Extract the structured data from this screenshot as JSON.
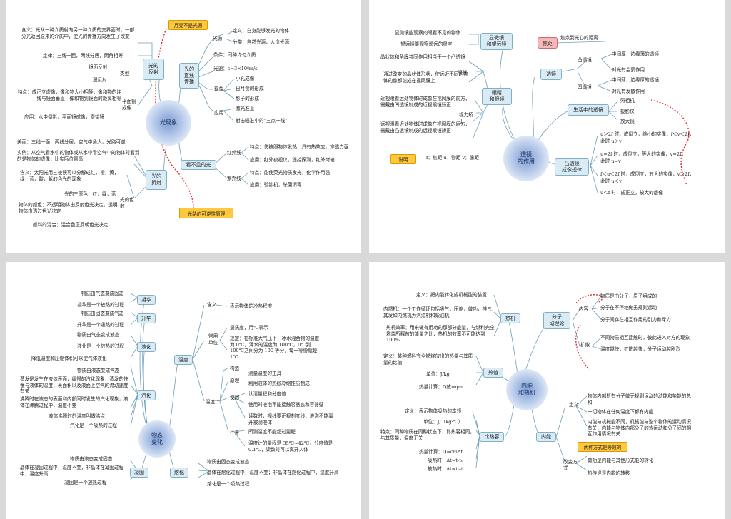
{
  "p1": {
    "center": "光现象",
    "n_zhixian": "光的\n直线\n传播",
    "n_fanshe": "光的\n反射",
    "n_zheshe": "光的\n折射",
    "n_kanbujian": "看不见的光",
    "tip_reverse": "月亮不是光源",
    "tip_reversible": "光路的可逆性原理",
    "l_guangyuan": "光源",
    "l_guangyuan_def": "定义：自身能够发光的物体",
    "l_guangyuan_cls": "分类：自然光源，人造光源",
    "l_tiaojian": "条件：同种均匀介质",
    "l_guangsu": "光速：c=3×10⁸m/s",
    "l_xianxiang": "现象",
    "l_xx1": "小孔成像",
    "l_xx2": "日月食的形成",
    "l_xx3": "影子的形成",
    "l_yingyong": "应用",
    "l_yy1": "激光准直",
    "l_yy2": "射击瞄准中的“三点一线”",
    "f_hanyi": "含义：光从一种介质射向另一种介质的交界面时，一部分光返回原来的介质中，使光的传播方向发生了改变",
    "f_dinglv": "定律：三线一面，两线分居，两角相等",
    "f_leixing": "类型",
    "f_jm": "镜面反射",
    "f_mf": "漫反射",
    "f_pmj": "平面镜成像",
    "f_tedian": "特点：成正立虚像，像和物大小相等，像和物的连线与镜面垂直，像和物到镜面的距离相等",
    "f_yingyong": "应用：水中倒影，平面镜成像，潜望镜",
    "z_meili": "美丽：三线一面，两线分居，空气中角大，光路可逆",
    "z_shili": "实例：从空气看水中的物体或从水中看空气中的物体时看到的是物体的虚像，比实际位置高",
    "z_hanyi": "含义：太阳光用三棱镜可以分解成红，橙，黄，绿，蓝，靛，紫的色光的现象",
    "z_sanyuan": "光的三原色：红，绿，蓝",
    "z_ysd": "光的色散",
    "z_wuti": "物体的颜色：不透明物体由反射色光决定，透明物体由透过色光决定",
    "z_yanliao": "颜料的混合：混合色正反朝色光决定",
    "k_hw": "红外线",
    "k_hw_td": "特点：使被照物体发热，具有热效应，穿透力强",
    "k_hw_yy": "应用：红外夜视仪，遥控探测，红外烤箱",
    "k_zw": "紫外线",
    "k_zw_td": "特点：能使荧光物质发光，化学作用强",
    "k_zw_yy": "应用：验钞机，杀菌消毒"
  },
  "p2": {
    "center": "透镜\n的作用",
    "n_xianweijing": "显微镜\n和望远镜",
    "n_yanjing": "眼睛\n和眼镜",
    "n_toujing": "透镜",
    "n_shenghuo": "生活中的透镜",
    "n_tujing": "凸透镜\n成像规律",
    "tip_jiaoju": "焦距",
    "tip_shuoming": "说明",
    "jiaoju_def": "焦点到光心的距离",
    "x_xwj": "显微镜能观察肉眼看不见的物体",
    "x_wyj": "望远镜能观察遥远的星空",
    "y_jingti": "晶状体和角膜共同作用相当于一个凸透镜",
    "y_tongguo": "通过改变的晶状体形状，使远近不同的物体的像都能成在视网膜上",
    "y_yanqiu": "眼球",
    "y_jinshi": "近视眼看远处物体时成像在视网膜的前方，需戴由凹透镜制成的近视眼镜矫正",
    "y_shili": "视力矫正",
    "y_yuanshi": "远视眼看近处物体时成像在视网膜的后方，需戴由凸透镜制成的远视眼镜矫正",
    "tj_tu": "凸透镜",
    "tj_tu1": "中间厚，边缘薄的透镜",
    "tj_tu2": "对光有会聚作用",
    "tj_ao": "凹透镜",
    "tj_ao1": "中间薄，边缘厚的透镜",
    "tj_ao2": "对光有发散作用",
    "sh_1": "照相机",
    "sh_2": "投影仪",
    "sh_3": "放大镜",
    "fuv": "f：焦距  u：物距  v：像距",
    "c1a": "u＞2f 时，成倒立，缩小的实像，f＜v＜2f，",
    "c1b": "此时 u＞v",
    "c2a": "u=2f 时，成倒立，等大的实像，v=2f，",
    "c2b": "此时 u=v",
    "c3a": "f＜u＜2f 时，成倒立，放大的实像，v＞2f，",
    "c3b": "此时 u＜v",
    "c4": "u＜f 时，成正立，放大的虚像"
  },
  "p3": {
    "center": "物态\n变化",
    "n_ninghua": "凝华",
    "n_shenghua": "升华",
    "n_yehua": "液化",
    "n_qihua": "汽化",
    "n_ninggu": "凝固",
    "n_ronghua": "熔化",
    "n_wendu": "温度",
    "nh1": "物质由气态变成固态",
    "nh2": "凝华是一个放热的过程",
    "sh1": "物质由固态变成气态",
    "sh2": "升华是一个吸热的过程",
    "yh1": "物质由气态变成液态",
    "yh2": "液化是一个放热的过程",
    "yh3": "降低温度和压缩体积可以使气体液化",
    "qh1": "物质由液态变成气态",
    "qh2": "蒸发是发生在液体表面，缓慢的汽化现象，蒸发的快慢与液体的温度，表面积以及液面上空气的流动速度有关",
    "qh3": "沸腾时在液态的表面和内部同时发生的汽化现象，液体在沸腾过程中，温度不变",
    "qh4": "液体沸腾时的温度叫做沸点",
    "qh5": "汽化是一个吸热的过程",
    "ng1": "物质由液态变成固态",
    "ng2": "晶体在凝固过程中，温度不变，非晶体在凝固过程中，温度升高",
    "ng3": "凝固是一个放热过程",
    "rh1": "物质由固态变成液态",
    "rh2": "晶体在熔化过程中，温度不变；非晶体在熔化过程中，温度升高",
    "rh3": "熔化是一个吸热过程",
    "wd_hanyi": "含义",
    "wd_hanyi_t": "表示物体的冷热程度",
    "wd_danwei": "常用单位",
    "wd_dw1": "摄氏度，用℃表示",
    "wd_dw2": "规定：在标准大气压下，冰水混合物的温度为 0℃，沸水的温度为 100℃，0℃到 100℃之间分为 100 等分，每一等份就是 1℃",
    "wd_wdj": "温度计",
    "wd_gouzao": "构造",
    "wd_gz_t": "测量温度的工具",
    "wd_yuanli": "原理",
    "wd_yl_t": "利用液体的热胀冷缩性质制成",
    "wd_shiyong": "使用",
    "wd_sy1": "认清量程和分度值",
    "wd_sy2": "使用时液泡不能接触容器底和容器壁",
    "wd_sy3": "读数时，视线要正视刻度线，液泡不能离开被测液体",
    "wd_zhuyi": "注意",
    "wd_zy1": "所测温度不能超过量程",
    "wd_zy2": "温度计的量程是 35℃~42℃，分度值是 0.1℃，读数时可以离开人体"
  },
  "p4": {
    "center": "内能\n和热机",
    "n_reji": "热机",
    "n_fenzi": "分子\n动理论",
    "n_rezhi": "热值",
    "n_birerong": "比热容",
    "n_neineng": "内能",
    "tip_dengxiao": "两种方式是等效的",
    "rj_def": "定义：把内能转化成机械能的装置",
    "rj_nrj": "内燃机：一个工作循环包括吸气，压缩，做功，排气，其发如内燃机为汽油机和柴油机",
    "rj_xiaolv": "热机效率：用来做有用功的那部分能量，与燃料完全燃烧所释放的能量之比，热机的效率不可能达到 100%",
    "fz_nei": "内容",
    "fz_n1": "物质是由分子，原子组成的",
    "fz_n2": "分子在不停地做无规则运动",
    "fz_n3": "分子间存在相互作用的引力和斥力",
    "fz_ks": "扩散",
    "fz_k1": "不同物质相互接触时，彼此进入对方的现象",
    "fz_k2": "温度越快，扩散越快，分子运动越剧烈",
    "rz_def": "定义：某种燃料完全燃烧放出的热量与其质量的比值",
    "rz_dw": "单位：J/kg",
    "rz_gs": "热量计算：Q放=qm",
    "brr_def": "定义：表示物体吸热的本领",
    "brr_dw": "单位：J/（kg·℃）",
    "brr_td": "特点：同种物质在同种状态下，比热容相同，与其质量，温度无关",
    "brr_gs1": "热量计算：Q=cmΔt",
    "brr_gs2": "吸热时：Δt=t-t₀",
    "brr_gs3": "放热时：Δt=t₀-t",
    "nn_def": "定义",
    "nn_d1": "物体内部所有分子做无规则运动的动能和势能的总和",
    "nn_d2": "一切物体在任何温度下都有内能",
    "nn_d3": "内能与机械能不同，机械能与整个物体的运动情况有关，内能与物体内部分子的热运动和分子间的相互作用情况有关",
    "nn_bb": "改变方式",
    "nn_b1": "做功是内能与其他形式能的转化",
    "nn_b2": "热传递是内能的转移"
  }
}
